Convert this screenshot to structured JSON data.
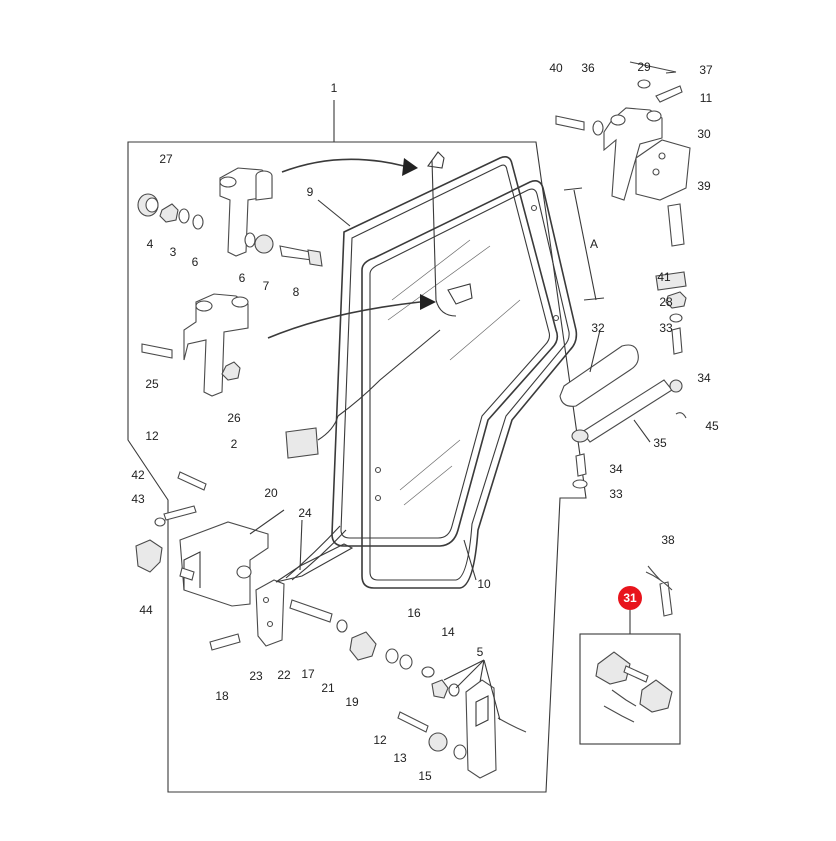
{
  "callouts": [
    {
      "n": "1"
    },
    {
      "n": "2"
    },
    {
      "n": "3"
    },
    {
      "n": "4"
    },
    {
      "n": "5"
    },
    {
      "n": "6"
    },
    {
      "n": "6"
    },
    {
      "n": "7"
    },
    {
      "n": "8"
    },
    {
      "n": "9"
    },
    {
      "n": "10"
    },
    {
      "n": "11"
    },
    {
      "n": "12"
    },
    {
      "n": "12"
    },
    {
      "n": "13"
    },
    {
      "n": "14"
    },
    {
      "n": "15"
    },
    {
      "n": "16"
    },
    {
      "n": "17"
    },
    {
      "n": "18"
    },
    {
      "n": "19"
    },
    {
      "n": "20"
    },
    {
      "n": "21"
    },
    {
      "n": "22"
    },
    {
      "n": "23"
    },
    {
      "n": "24"
    },
    {
      "n": "25"
    },
    {
      "n": "26"
    },
    {
      "n": "27"
    },
    {
      "n": "28"
    },
    {
      "n": "29"
    },
    {
      "n": "30"
    },
    {
      "n": "32"
    },
    {
      "n": "33"
    },
    {
      "n": "33"
    },
    {
      "n": "34"
    },
    {
      "n": "34"
    },
    {
      "n": "35"
    },
    {
      "n": "36"
    },
    {
      "n": "37"
    },
    {
      "n": "38"
    },
    {
      "n": "39"
    },
    {
      "n": "40"
    },
    {
      "n": "41"
    },
    {
      "n": "42"
    },
    {
      "n": "43"
    },
    {
      "n": "44"
    },
    {
      "n": "45"
    }
  ],
  "highlight": {
    "label": "31",
    "color": "#e8141c"
  },
  "dimension": {
    "label": "A"
  }
}
